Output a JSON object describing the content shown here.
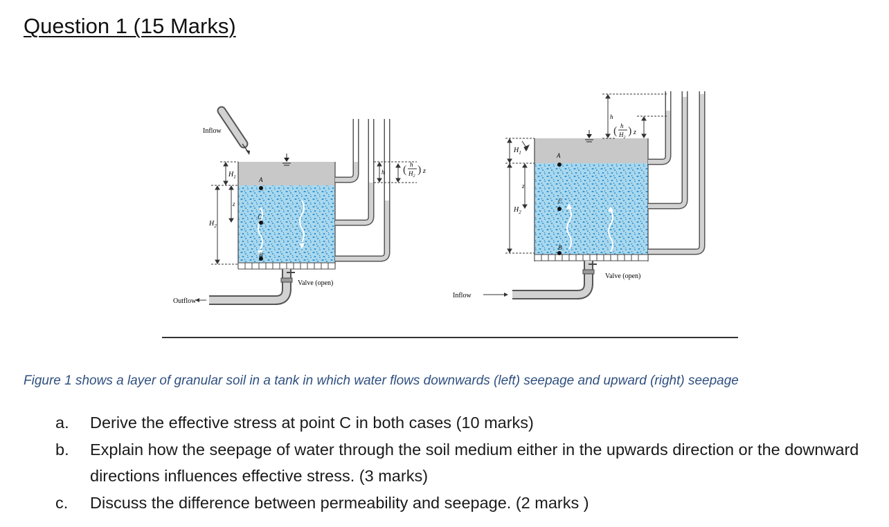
{
  "heading": "Question 1 (15 Marks)",
  "figure": {
    "left_panel": {
      "inflow": "Inflow",
      "outflow": "Outflow",
      "valve": "Valve (open)",
      "points": [
        "A",
        "C",
        "B"
      ],
      "dims": {
        "h1": "H",
        "h2": "H",
        "z": "z",
        "h": "h",
        "sub1": "1",
        "sub2": "2"
      }
    },
    "right_panel": {
      "inflow": "Inflow",
      "valve": "Valve (open)",
      "points": [
        "A",
        "C",
        "B"
      ],
      "dims": {
        "h1": "H",
        "h2": "H",
        "z": "z",
        "h": "h",
        "sub1": "1",
        "sub2": "2"
      }
    },
    "ratio": {
      "num": "h",
      "den": "H",
      "den_sub": "2",
      "var": "z"
    },
    "colors": {
      "water": "#c8c8c8",
      "soil_bg": "#a9d8ee",
      "grain": "#2b8fcf",
      "pipe": "#d2d2d2",
      "outline": "#444444"
    }
  },
  "caption": "Figure 1 shows a layer of granular soil in a tank in which water flows downwards (left) seepage and upward (right) seepage",
  "questions": [
    {
      "letter": "a.",
      "text": "Derive the effective stress at point C in both cases (10 marks)"
    },
    {
      "letter": "b.",
      "text": "Explain how the seepage of water through the soil medium either in the upwards direction or the downward directions influences effective stress. (3 marks)"
    },
    {
      "letter": "c.",
      "text": "Discuss the difference between permeability and seepage. (2 marks )"
    }
  ]
}
